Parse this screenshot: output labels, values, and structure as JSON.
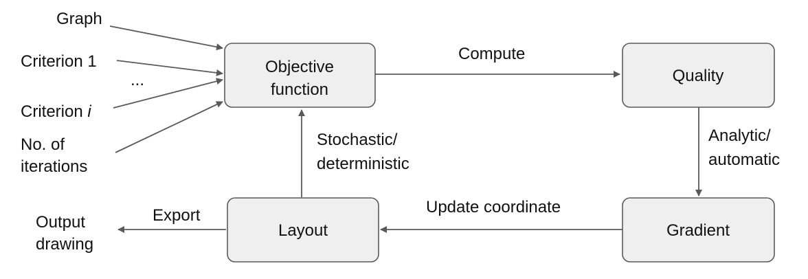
{
  "colors": {
    "node_fill": "#efefef",
    "node_border": "#595959",
    "arrow": "#595959",
    "text": "#111111"
  },
  "nodes": {
    "objective": {
      "line1": "Objective",
      "line2": "function"
    },
    "quality": {
      "label": "Quality"
    },
    "gradient": {
      "label": "Gradient"
    },
    "layout": {
      "label": "Layout"
    }
  },
  "inputs": {
    "graph": "Graph",
    "criterion_1": "Criterion 1",
    "ellipsis": "...",
    "criterion_i_prefix": "Criterion ",
    "criterion_i_var": "i",
    "iterations_line1": "No. of",
    "iterations_line2": "iterations"
  },
  "edges": {
    "compute": "Compute",
    "analytic_line1": "Analytic/",
    "analytic_line2": "automatic",
    "update": "Update coordinate",
    "stochastic_line1": "Stochastic/",
    "stochastic_line2": "deterministic",
    "export": "Export"
  },
  "output": {
    "line1": "Output",
    "line2": "drawing"
  }
}
